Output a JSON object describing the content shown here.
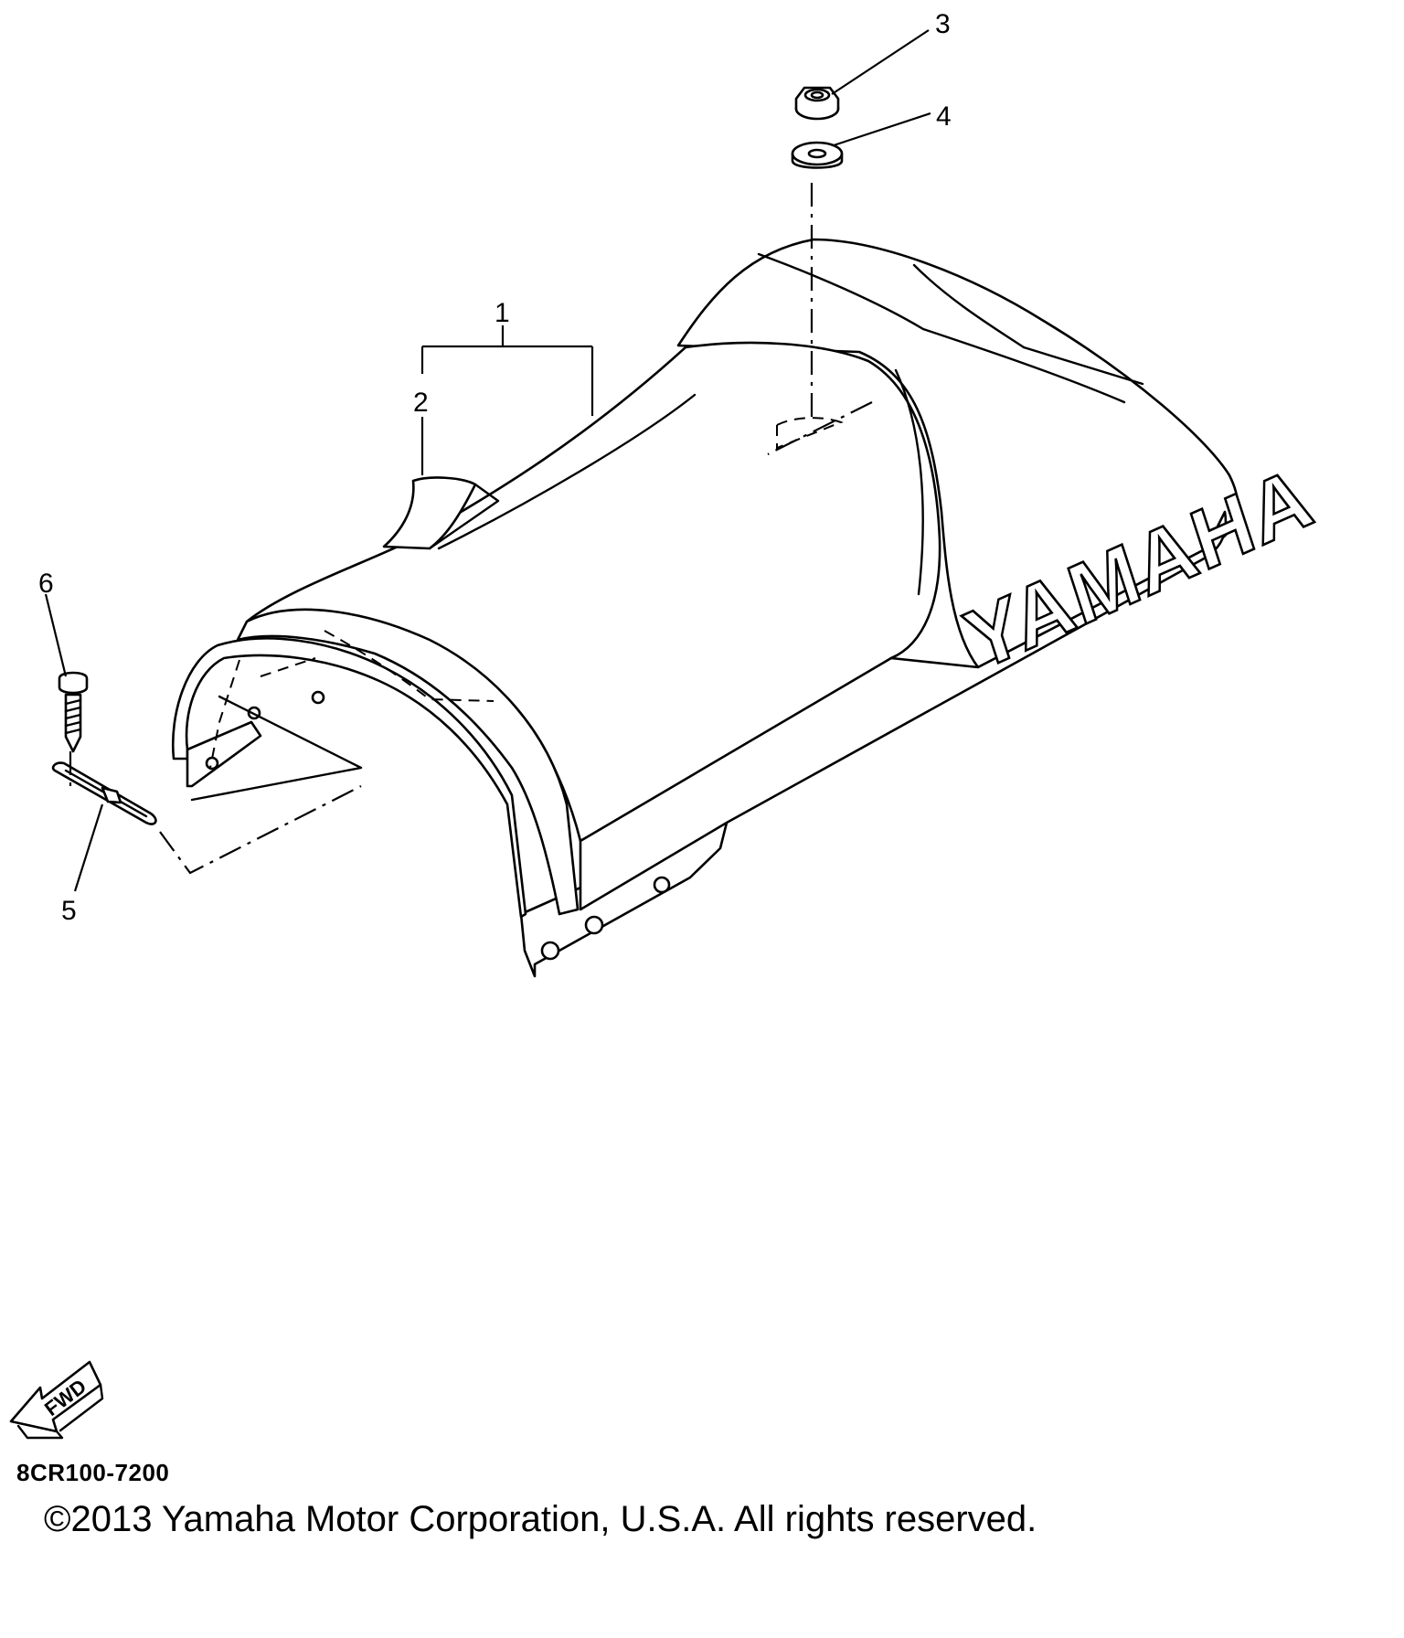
{
  "callouts": [
    {
      "number": "1",
      "part": "seat"
    },
    {
      "number": "2",
      "part": "seat-cover"
    },
    {
      "number": "3",
      "part": "nut"
    },
    {
      "number": "4",
      "part": "washer"
    },
    {
      "number": "5",
      "part": "hook"
    },
    {
      "number": "6",
      "part": "screw"
    }
  ],
  "seat_logo": "YAMAHA",
  "direction_arrow": "FWD",
  "diagram_code": "8CR100-7200",
  "copyright": "©2013 Yamaha Motor Corporation, U.S.A. All rights reserved."
}
